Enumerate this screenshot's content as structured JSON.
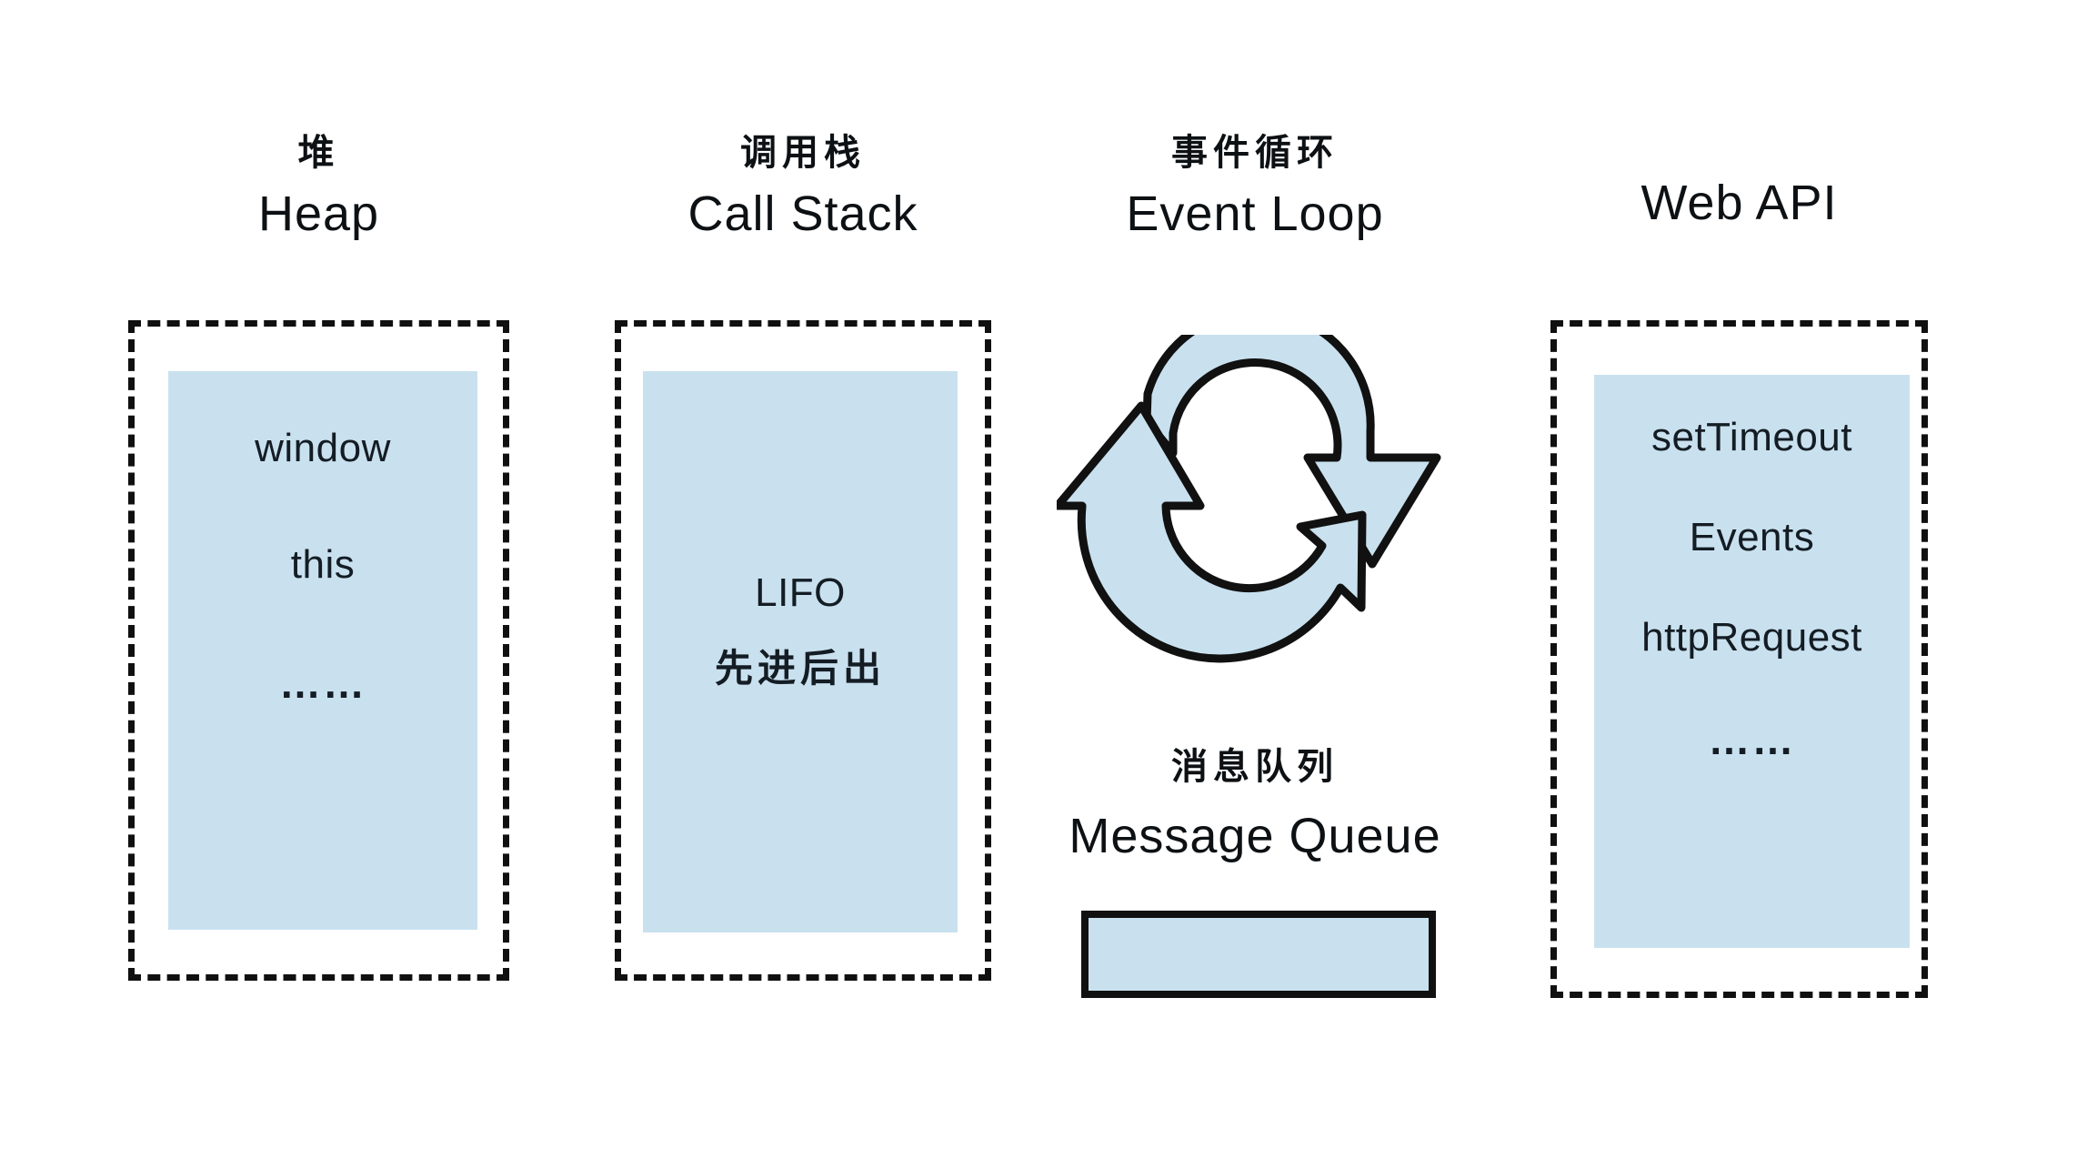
{
  "diagram": {
    "title_cn": "事件循环",
    "background": "#ffffff",
    "panel_fill": "#c9e1ef",
    "outline_color": "#101010"
  },
  "columns": [
    {
      "key": "heap",
      "header_cn": "堆",
      "header_en": "Heap",
      "items": [
        "window",
        "this",
        "……"
      ]
    },
    {
      "key": "call_stack",
      "header_cn": "调用栈",
      "header_en": "Call Stack",
      "items": [
        "LIFO",
        "先进后出"
      ]
    },
    {
      "key": "event_loop",
      "header_cn": "事件循环",
      "header_en": "Event Loop",
      "icon": "circular-arrows-icon",
      "sub_header_cn": "消息队列",
      "sub_header_en": "Message Queue",
      "queue_bar": "empty"
    },
    {
      "key": "web_api",
      "header_cn": "",
      "header_en": "Web API",
      "items": [
        "setTimeout",
        "Events",
        "httpRequest",
        "……"
      ]
    }
  ]
}
